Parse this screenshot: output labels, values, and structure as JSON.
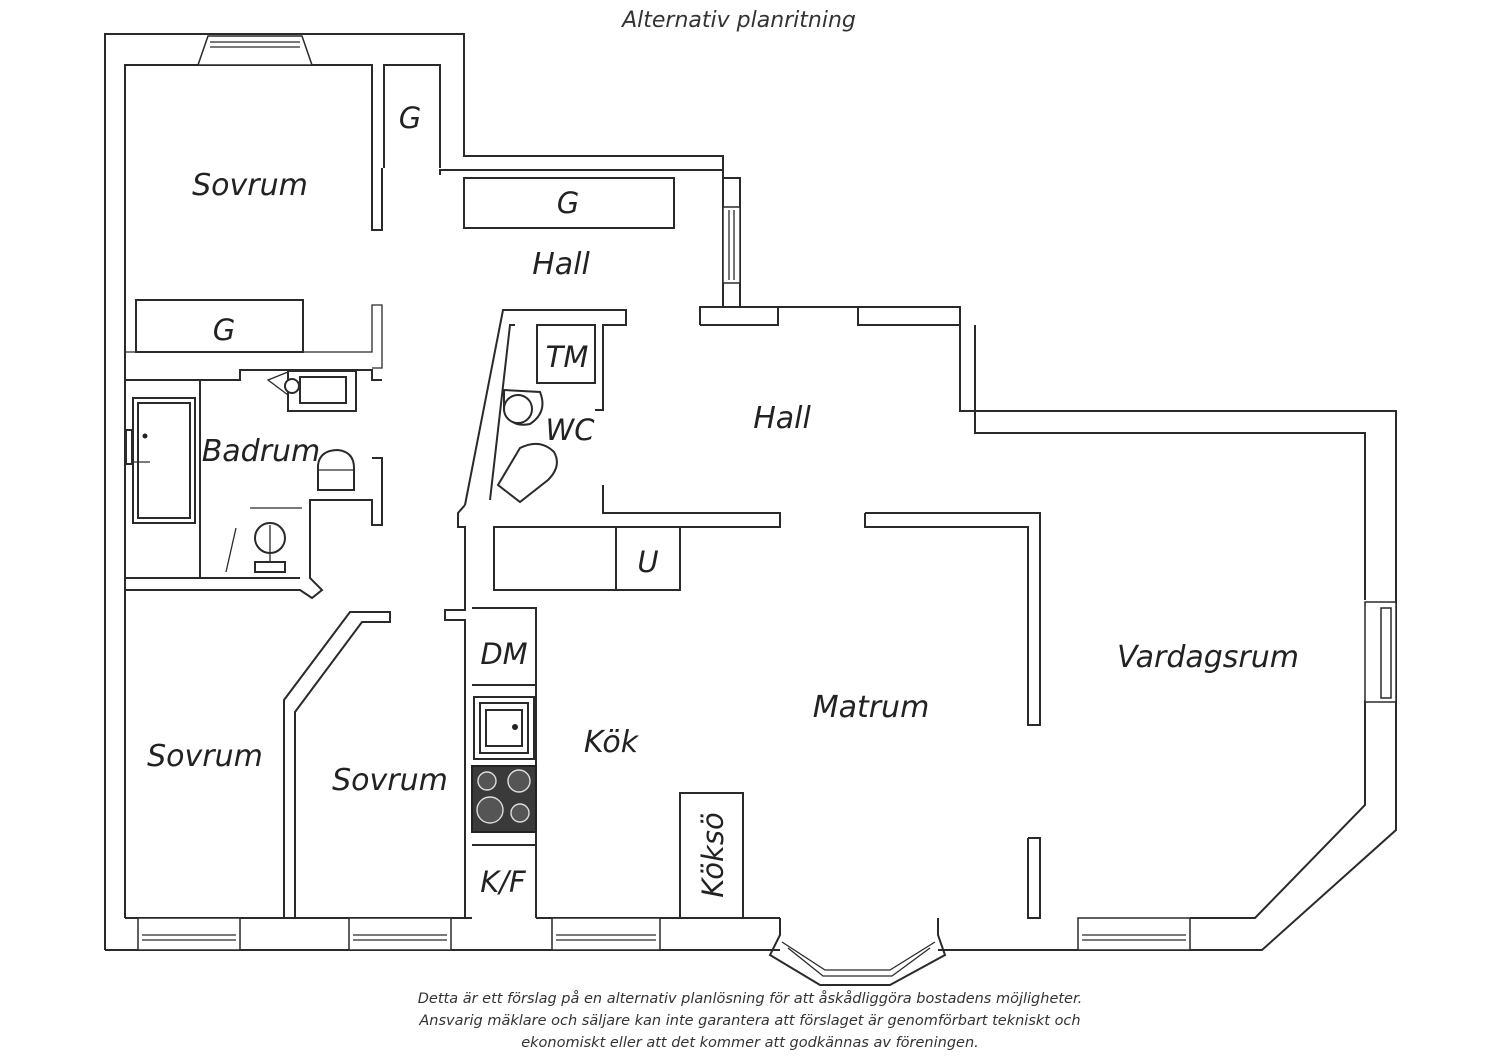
{
  "title": "Alternativ planritning",
  "rooms": {
    "sovrum_top": "Sovrum",
    "g_closet_1": "G",
    "g_closet_2": "G",
    "g_closet_3": "G",
    "hall_upper": "Hall",
    "hall_main": "Hall",
    "tm": "TM",
    "wc": "WC",
    "badrum": "Badrum",
    "u": "U",
    "dm": "DM",
    "kok": "Kök",
    "matrum": "Matrum",
    "vardagsrum": "Vardagsrum",
    "sovrum_left": "Sovrum",
    "sovrum_mid": "Sovrum",
    "kf": "K/F",
    "kokso": "Köksö"
  },
  "disclaimer": [
    "Detta är ett förslag på en alternativ planlösning för att åskådliggöra bostadens möjligheter.",
    "Ansvarig mäklare och säljare kan inte garantera att förslaget är genomförbart tekniskt och",
    "ekonomiskt eller att det kommer att godkännas av föreningen."
  ]
}
